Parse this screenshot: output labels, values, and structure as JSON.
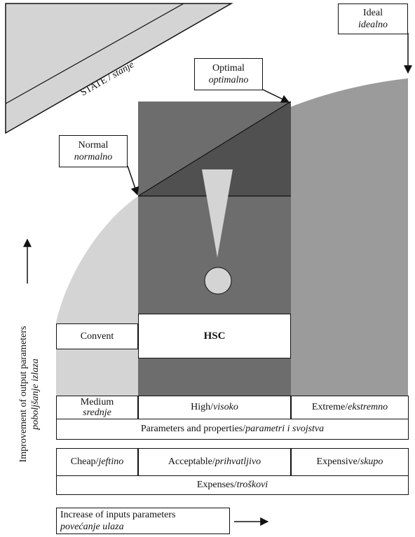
{
  "state": {
    "en": "STATE",
    "sep": " / ",
    "local": "stanje"
  },
  "ideal": {
    "en": "Ideal",
    "local": "idealno"
  },
  "optimal": {
    "en": "Optimal",
    "local": "optimalno"
  },
  "normal": {
    "en": "Normal",
    "local": "normalno"
  },
  "convent": "Convent",
  "hsc": "HSC",
  "medium": {
    "en": "Medium",
    "local": "srednje"
  },
  "high": {
    "en": "High",
    "sep": " / ",
    "local": "visoko"
  },
  "extreme": {
    "en": "Extreme",
    "sep": " / ",
    "local": "ekstremno"
  },
  "parameters": {
    "en": "Parameters and properties",
    "sep": " / ",
    "local": "parametri i svojstva"
  },
  "cheap": {
    "en": "Cheap",
    "sep": " / ",
    "local": "jeftino"
  },
  "acceptable": {
    "en": "Acceptable",
    "sep": " / ",
    "local": "prihvatljivo"
  },
  "expensive": {
    "en": "Expensive",
    "sep": " / ",
    "local": "skupo"
  },
  "expenses": {
    "en": "Expenses",
    "sep": " / ",
    "local": "troškovi"
  },
  "y_label": {
    "en": "Improvement of output parameters",
    "local": "poboljšanje izlaza"
  },
  "x_label": {
    "en": "Increase of inputs parameters",
    "local": "povećanje ulaza"
  },
  "colors": {
    "light": "#d4d4d4",
    "medium": "#9b9b9b",
    "dark": "#6d6d6d",
    "darkest": "#505050"
  }
}
